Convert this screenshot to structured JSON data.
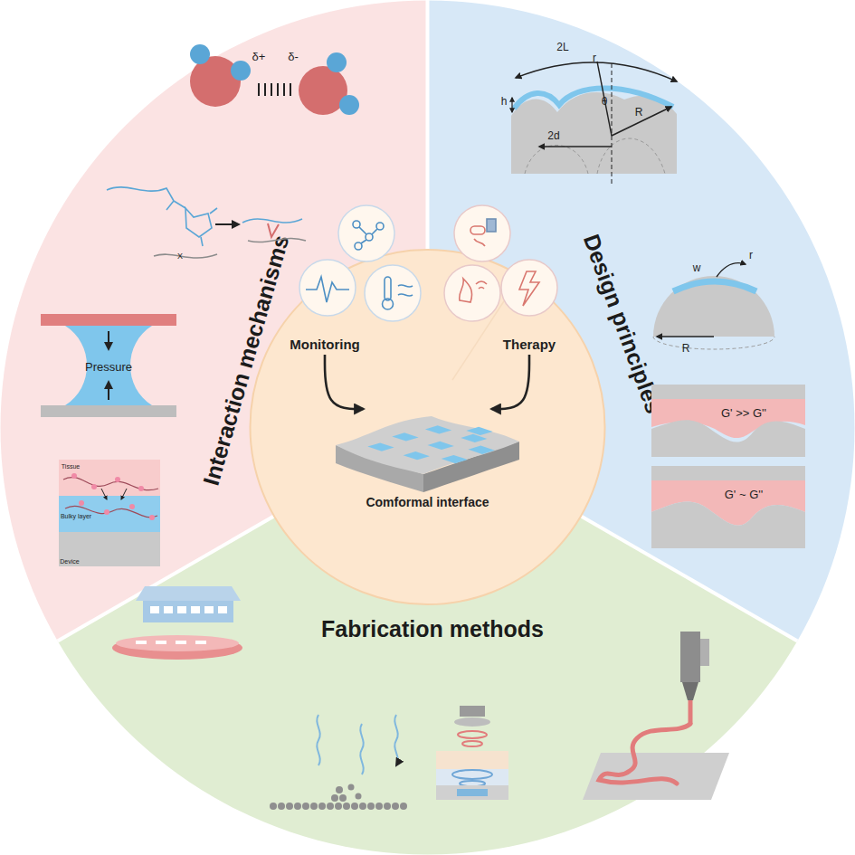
{
  "diagram": {
    "nodes": [
      {
        "text": [
          "Interaction mechanisms"
        ]
      },
      {
        "text": [
          "Design principles"
        ]
      },
      {
        "text": [
          "Fabrication methods"
        ]
      },
      {
        "text": [
          "Monitoring"
        ]
      },
      {
        "text": [
          "Therapy"
        ]
      },
      {
        "text": [
          "Comformal interface"
        ]
      }
    ],
    "edges": [
      {
        "from": 3,
        "to": 5,
        "arrow": "to"
      },
      {
        "from": 4,
        "to": 5,
        "arrow": "to"
      }
    ],
    "labels": [
      "δ+",
      "δ-",
      "X",
      "Pressure",
      "Tissue",
      "Bulky layer",
      "Device",
      "2L",
      "h",
      "r",
      "θ",
      "R",
      "2d",
      "r",
      "w",
      "R",
      "G' >> G''",
      "G' ~ G''"
    ]
  }
}
